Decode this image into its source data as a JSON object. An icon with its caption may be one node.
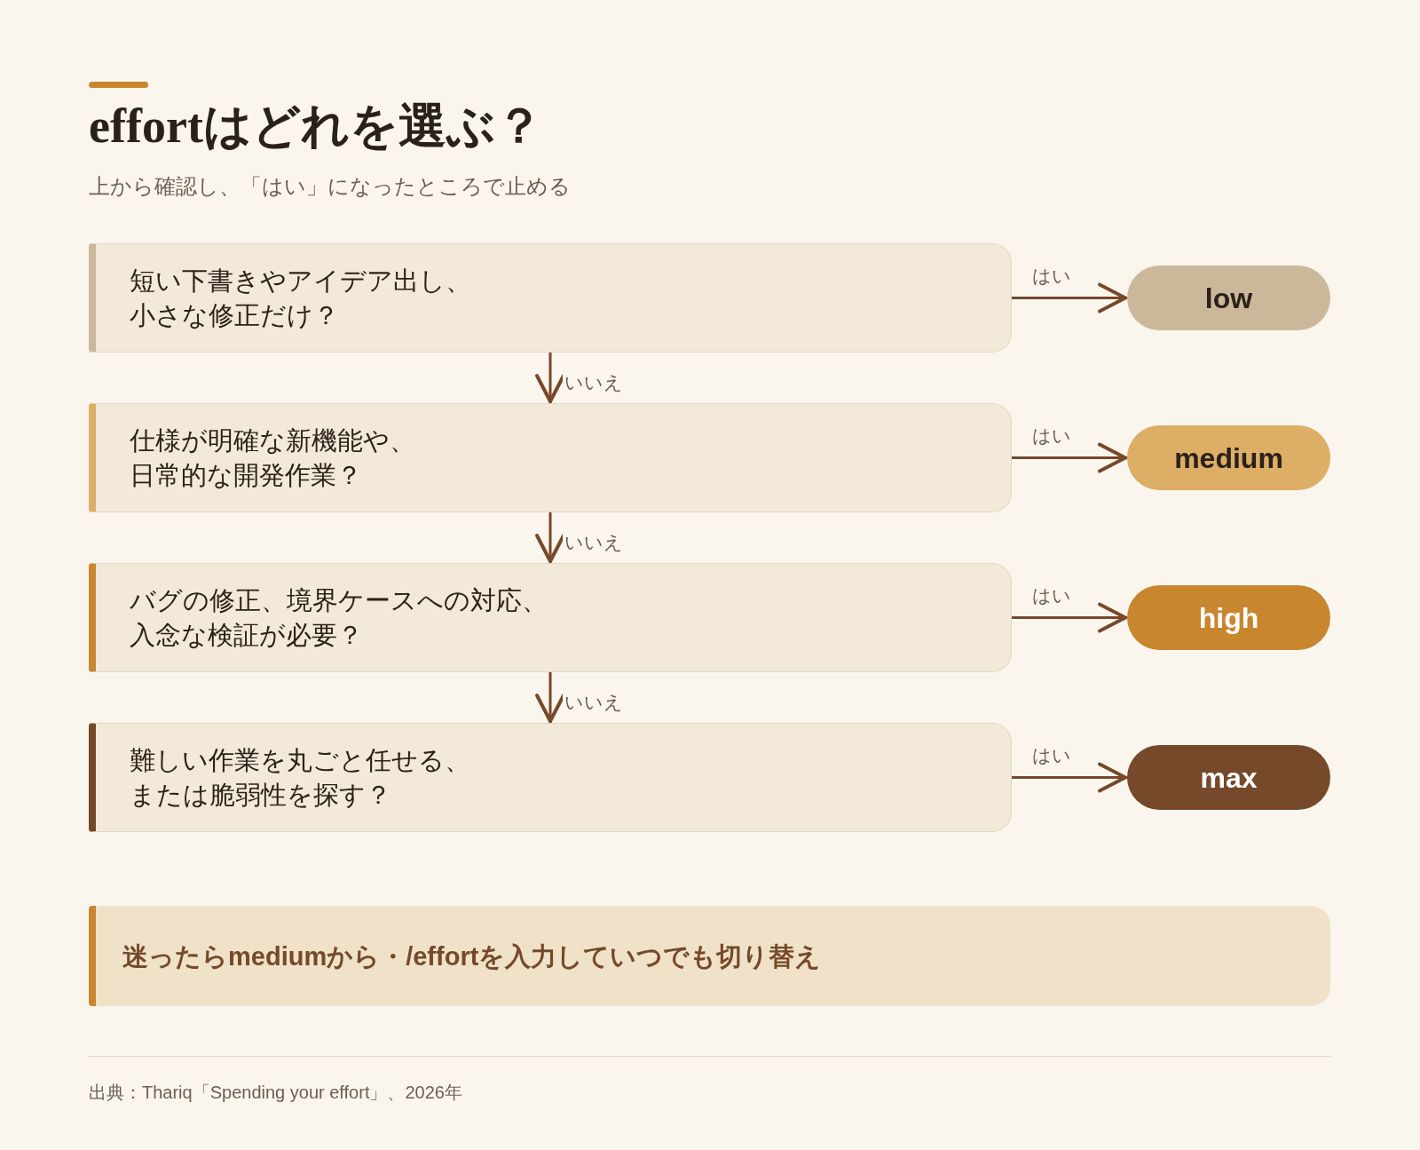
{
  "diagram": {
    "title": "effortはどれを選ぶ？",
    "nodes": [
      {
        "text": [
          "短い下書きやアイデア出し、小さな修正だけ？"
        ]
      },
      {
        "text": [
          "low"
        ]
      },
      {
        "text": [
          "仕様が明確な新機能や、日常的な開発作業？"
        ]
      },
      {
        "text": [
          "medium"
        ]
      },
      {
        "text": [
          "バグの修正、境界ケースへの対応、入念な検証が必要？"
        ]
      },
      {
        "text": [
          "high"
        ]
      },
      {
        "text": [
          "難しい作業を丸ごと任せる、または脆弱性を探す？"
        ]
      },
      {
        "text": [
          "max"
        ]
      },
      {
        "text": [
          "迷ったらmediumから・/effortを入力していつでも切り替え"
        ]
      }
    ],
    "edges": [
      {
        "from": 0,
        "to": 1,
        "arrow": "to",
        "label": "はい"
      },
      {
        "from": 0,
        "to": 2,
        "arrow": "to",
        "label": "いいえ"
      },
      {
        "from": 2,
        "to": 3,
        "arrow": "to",
        "label": "はい"
      },
      {
        "from": 2,
        "to": 4,
        "arrow": "to",
        "label": "いいえ"
      },
      {
        "from": 4,
        "to": 5,
        "arrow": "to",
        "label": "はい"
      },
      {
        "from": 4,
        "to": 6,
        "arrow": "to",
        "label": "いいえ"
      },
      {
        "from": 6,
        "to": 7,
        "arrow": "to",
        "label": "はい"
      }
    ],
    "labels": [
      "上から確認し、「はい」になったところで止める",
      "出典：Thariq「Spending your effort」、2026年"
    ]
  }
}
